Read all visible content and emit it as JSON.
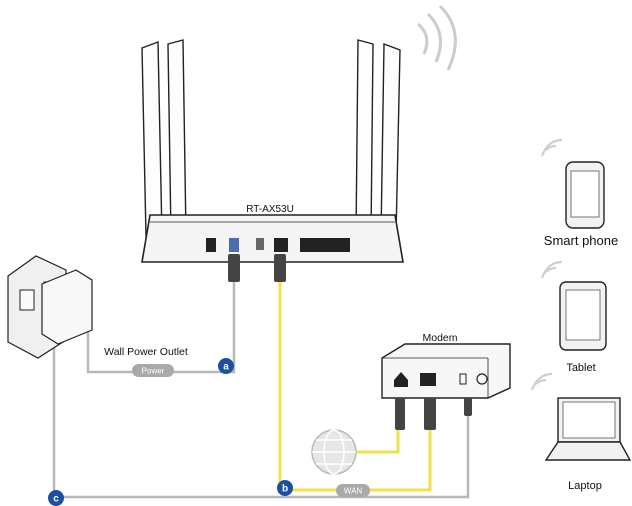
{
  "diagram": {
    "header_text": "",
    "router_label": "RT-AX53U",
    "wall_outlet_label": "Wall Power Outlet",
    "modem_label": "Modem",
    "devices": {
      "smartphone": "Smart phone",
      "tablet": "Tablet",
      "laptop": "Laptop"
    },
    "cables": {
      "power": "Power",
      "wan": "WAN"
    },
    "badges": {
      "a": "a",
      "b": "b",
      "c": "c"
    },
    "colors": {
      "ethernet_cable": "#f2e24a",
      "power_cable": "#b8b8b8",
      "badge": "#1d4fa0",
      "pill": "#a9a9a9",
      "device_fill": "#f2f2f2",
      "outline": "#222222"
    }
  }
}
